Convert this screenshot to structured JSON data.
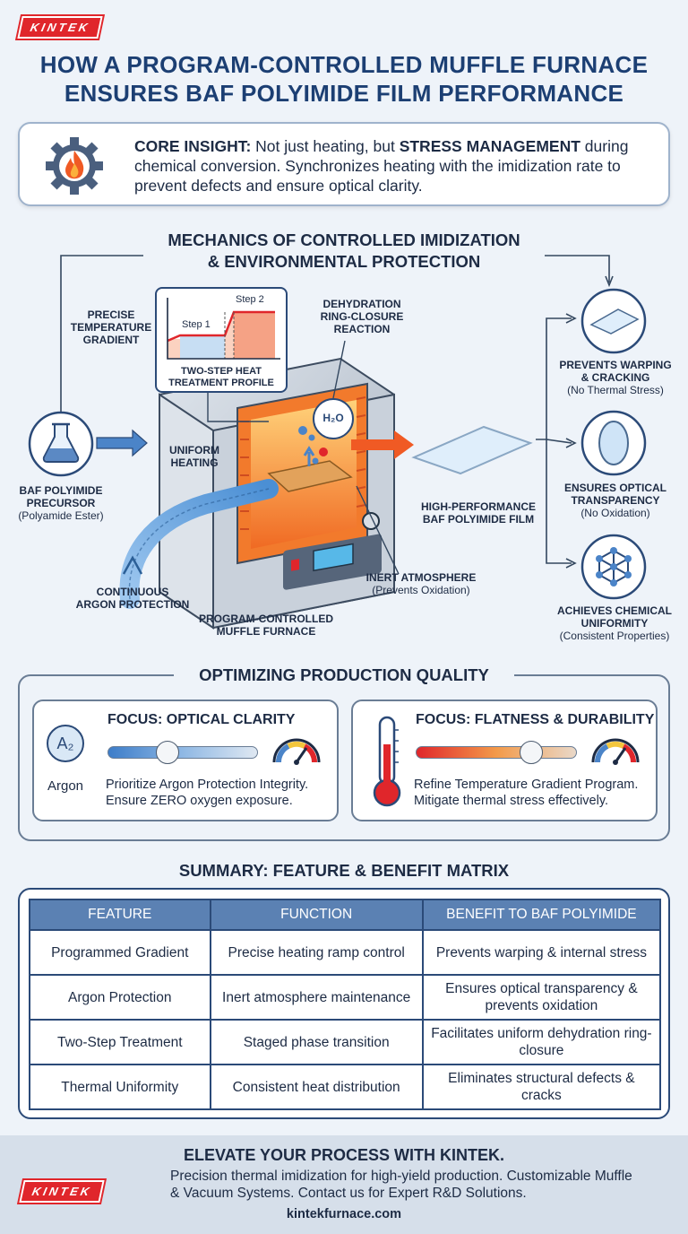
{
  "brand": {
    "logo_text": "KINTEK"
  },
  "title": {
    "line1": "HOW A PROGRAM-CONTROLLED MUFFLE FURNACE",
    "line2": "ENSURES BAF POLYIMIDE FILM PERFORMANCE"
  },
  "insight": {
    "icon": "gear-flame-icon",
    "label": "CORE INSIGHT:",
    "text_a": " Not just heating, but ",
    "emphasis": "STRESS MANAGEMENT",
    "text_b": " during chemical conversion. Synchronizes heating with the imidization rate to prevent defects and ensure optical clarity."
  },
  "mechanics": {
    "title_line1": "MECHANICS OF CONTROLLED IMIDIZATION",
    "title_line2": "& ENVIRONMENTAL PROTECTION",
    "gradient_label": [
      "PRECISE",
      "TEMPERATURE",
      "GRADIENT"
    ],
    "chart": {
      "step1": "Step 1",
      "step2": "Step 2",
      "caption": [
        "TWO-STEP HEAT",
        "TREATMENT PROFILE"
      ]
    },
    "dehydration": [
      "DEHYDRATION",
      "RING-CLOSURE",
      "REACTION"
    ],
    "h2o": "H₂O",
    "uniform_heating": [
      "UNIFORM",
      "HEATING"
    ],
    "precursor": {
      "label": [
        "BAF POLYIMIDE",
        "PRECURSOR"
      ],
      "sub": "(Polyamide Ester)"
    },
    "argon": [
      "CONTINUOUS",
      "ARGON PROTECTION"
    ],
    "furnace": [
      "PROGRAM-CONTROLLED",
      "MUFFLE FURNACE"
    ],
    "inert": {
      "label": "INERT ATMOSPHERE",
      "sub": "(Prevents Oxidation)"
    },
    "film": [
      "HIGH-PERFORMANCE",
      "BAF POLYIMIDE FILM"
    ],
    "outcomes": [
      {
        "label": [
          "PREVENTS WARPING",
          "& CRACKING"
        ],
        "sub": "(No Thermal Stress)",
        "icon": "flat-film-icon"
      },
      {
        "label": [
          "ENSURES OPTICAL",
          "TRANSPARENCY"
        ],
        "sub": "(No Oxidation)",
        "icon": "lens-icon"
      },
      {
        "label": [
          "ACHIEVES CHEMICAL",
          "UNIFORMITY"
        ],
        "sub": "(Consistent Properties)",
        "icon": "molecule-icon"
      }
    ]
  },
  "optimizing": {
    "title": "OPTIMIZING PRODUCTION QUALITY",
    "left": {
      "focus": "FOCUS: OPTICAL CLARITY",
      "badge": "A₂",
      "badge_label": "Argon",
      "text": [
        "Prioritize Argon Protection Integrity.",
        "Ensure ZERO oxygen exposure."
      ],
      "slider": 0.4
    },
    "right": {
      "focus": "FOCUS: FLATNESS & DURABILITY",
      "text": [
        "Refine Temperature Gradient Program.",
        "Mitigate thermal stress effectively."
      ],
      "slider": 0.72
    }
  },
  "summary": {
    "title": "SUMMARY: FEATURE & BENEFIT MATRIX",
    "headers": [
      "FEATURE",
      "FUNCTION",
      "BENEFIT TO BAF POLYIMIDE"
    ],
    "rows": [
      [
        "Programmed Gradient",
        "Precise heating ramp control",
        "Prevents warping & internal stress"
      ],
      [
        "Argon Protection",
        "Inert atmosphere maintenance",
        "Ensures optical transparency & prevents oxidation"
      ],
      [
        "Two-Step Treatment",
        "Staged phase transition",
        "Facilitates uniform dehydration ring-closure"
      ],
      [
        "Thermal Uniformity",
        "Consistent heat distribution",
        "Eliminates structural defects & cracks"
      ]
    ]
  },
  "footer": {
    "headline": "ELEVATE YOUR PROCESS WITH KINTEK.",
    "text": [
      "Precision thermal imidization for high-yield production. Customizable Muffle",
      "& Vacuum Systems. Contact us for Expert R&D Solutions."
    ],
    "url": "kintekfurnace.com"
  }
}
